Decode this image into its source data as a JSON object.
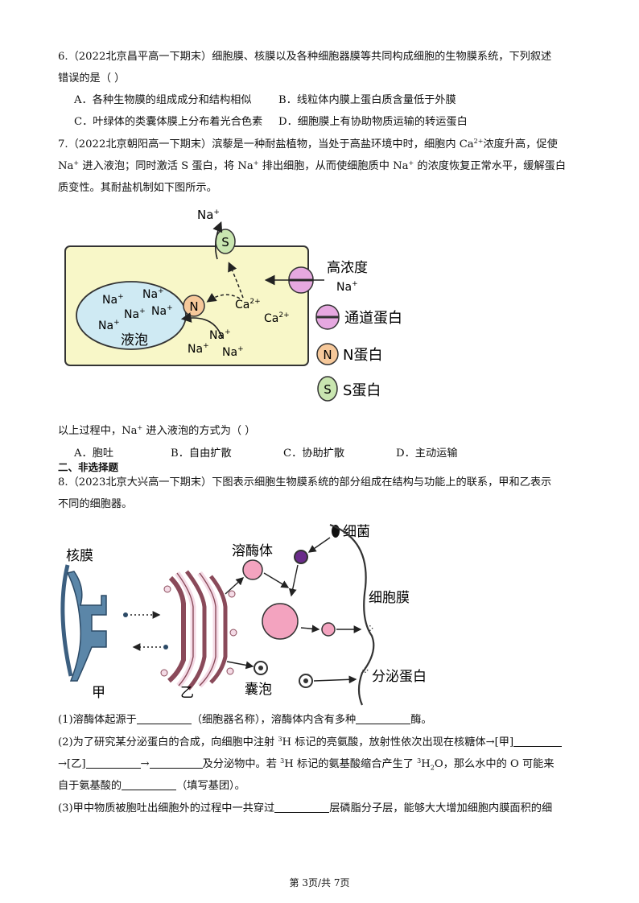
{
  "q6": {
    "stem_1": "6.（2022北京昌平高一下期末）细胞膜、核膜以及各种细胞器膜等共同构成细胞的生物膜系统，下列叙述",
    "stem_2": "错误的是（    ）",
    "opt_a": "A．各种生物膜的组成成分和结构相似",
    "opt_b": "B．线粒体内膜上蛋白质含量低于外膜",
    "opt_c": "C．叶绿体的类囊体膜上分布着光合色素",
    "opt_d": "D．细胞膜上有协助物质运输的转运蛋白"
  },
  "q7": {
    "stem_1a": "7.（2022北京朝阳高一下期末）滨藜是一种耐盐植物，当处于高盐环境中时，细胞内 Ca",
    "stem_1b": "浓度升高，促使",
    "stem_2a": "Na",
    "stem_2b": " 进入液泡；同时激活 S 蛋白，将 Na",
    "stem_2c": " 排出细胞，从而使细胞质中 Na",
    "stem_2d": " 的浓度恢复正常水平，缓解蛋白",
    "stem_3": "质变性。其耐盐机制如下图所示。",
    "sup_2plus": "2+",
    "sup_plus": "+",
    "fig": {
      "na_top": "Na",
      "na_sup": "+",
      "s_label": "S",
      "n_label": "N",
      "ca": "Ca",
      "ca_sup": "2+",
      "na": "Na",
      "vacuole": "液泡",
      "high_conc": "高浓度",
      "legend_channel": "通道蛋白",
      "legend_n": "N蛋白",
      "legend_s": "S蛋白"
    },
    "question_a": "以上过程中，Na",
    "question_b": " 进入液泡的方式为（     ）",
    "opt_a": "A．胞吐",
    "opt_b": "B．自由扩散",
    "opt_c": "C．协助扩散",
    "opt_d": "D．主动运输"
  },
  "section2": "二、非选择题",
  "q8": {
    "stem_1": "8.（2023北京大兴高一下期末）下图表示细胞生物膜系统的部分组成在结构与功能上的联系，甲和乙表示",
    "stem_2": "不同的细胞器。",
    "fig": {
      "nuclear_membrane": "核膜",
      "lysosome": "溶酶体",
      "bacteria": "细菌",
      "cell_membrane": "细胞膜",
      "secreted_protein": "分泌蛋白",
      "vesicle": "囊泡",
      "jia": "甲",
      "yi": "乙"
    },
    "p1_a": "(1)溶酶体起源于",
    "p1_b": "（细胞器名称），溶酶体内含有多种",
    "p1_c": "酶。",
    "p2_a": "(2)为了研究某分泌蛋白的合成，向细胞中注射 ",
    "p2_sup3": "3",
    "p2_b": "H 标记的亮氨酸，放射性依次出现在核糖体→[甲]",
    "p2_c": "→[乙]",
    "p2_d": "→",
    "p2_e": "及分泌物中。若 ",
    "p2_f": "H 标记的氨基酸缩合产生了 ",
    "p2_g": "H",
    "p2_h": "O，那么水中的 O 可能来",
    "p2_sub2": "2",
    "p2_i": "自于氨基酸的",
    "p2_j": "（填写基团）。",
    "p3_a": "(3)甲中物质被胞吐出细胞外的过程中一共穿过",
    "p3_b": "层磷脂分子层，能够大大增加细胞内膜面积的细"
  },
  "footer": "第 3页/共 7页",
  "colors": {
    "cell_fill": "#f8f7c8",
    "vacuole_fill": "#cfeaf3",
    "channel_fill": "#e6a8e0",
    "n_fill": "#f6c89a",
    "s_fill": "#c9e6b0",
    "golgi_fill": "#f4dbe6",
    "lysosome_fill": "#f3a3bf",
    "er_fill": "#5b86a8"
  }
}
